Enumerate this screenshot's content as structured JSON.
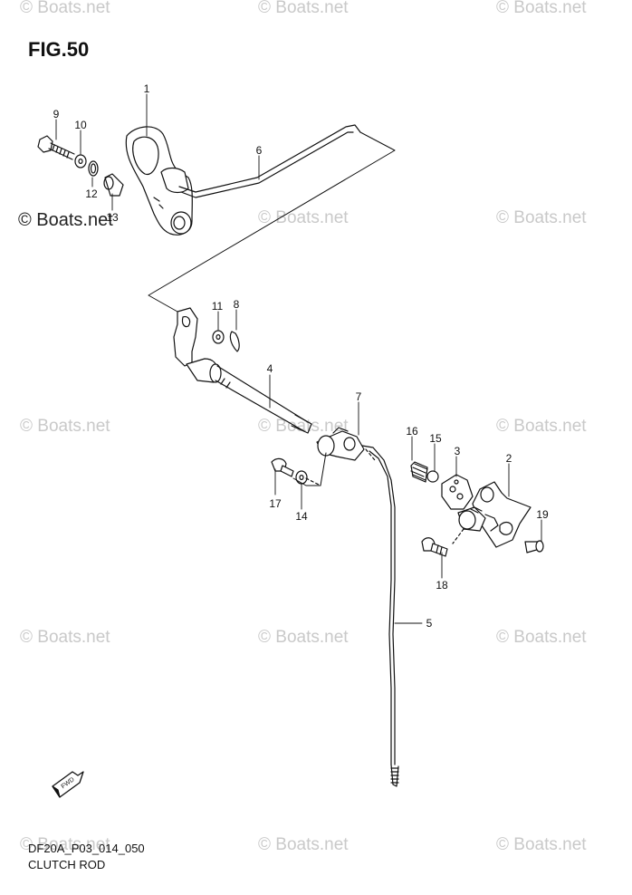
{
  "figure": {
    "title": "FIG.50",
    "code": "DF20A_P03_014_050",
    "caption": "CLUTCH ROD",
    "fwd_label": "FWD"
  },
  "watermark": "© Boats.net",
  "callouts": [
    "1",
    "2",
    "3",
    "4",
    "5",
    "6",
    "7",
    "8",
    "9",
    "10",
    "11",
    "12",
    "13",
    "14",
    "15",
    "16",
    "17",
    "18",
    "19"
  ],
  "colors": {
    "line": "#111111",
    "watermark": "#c9c9c9"
  }
}
